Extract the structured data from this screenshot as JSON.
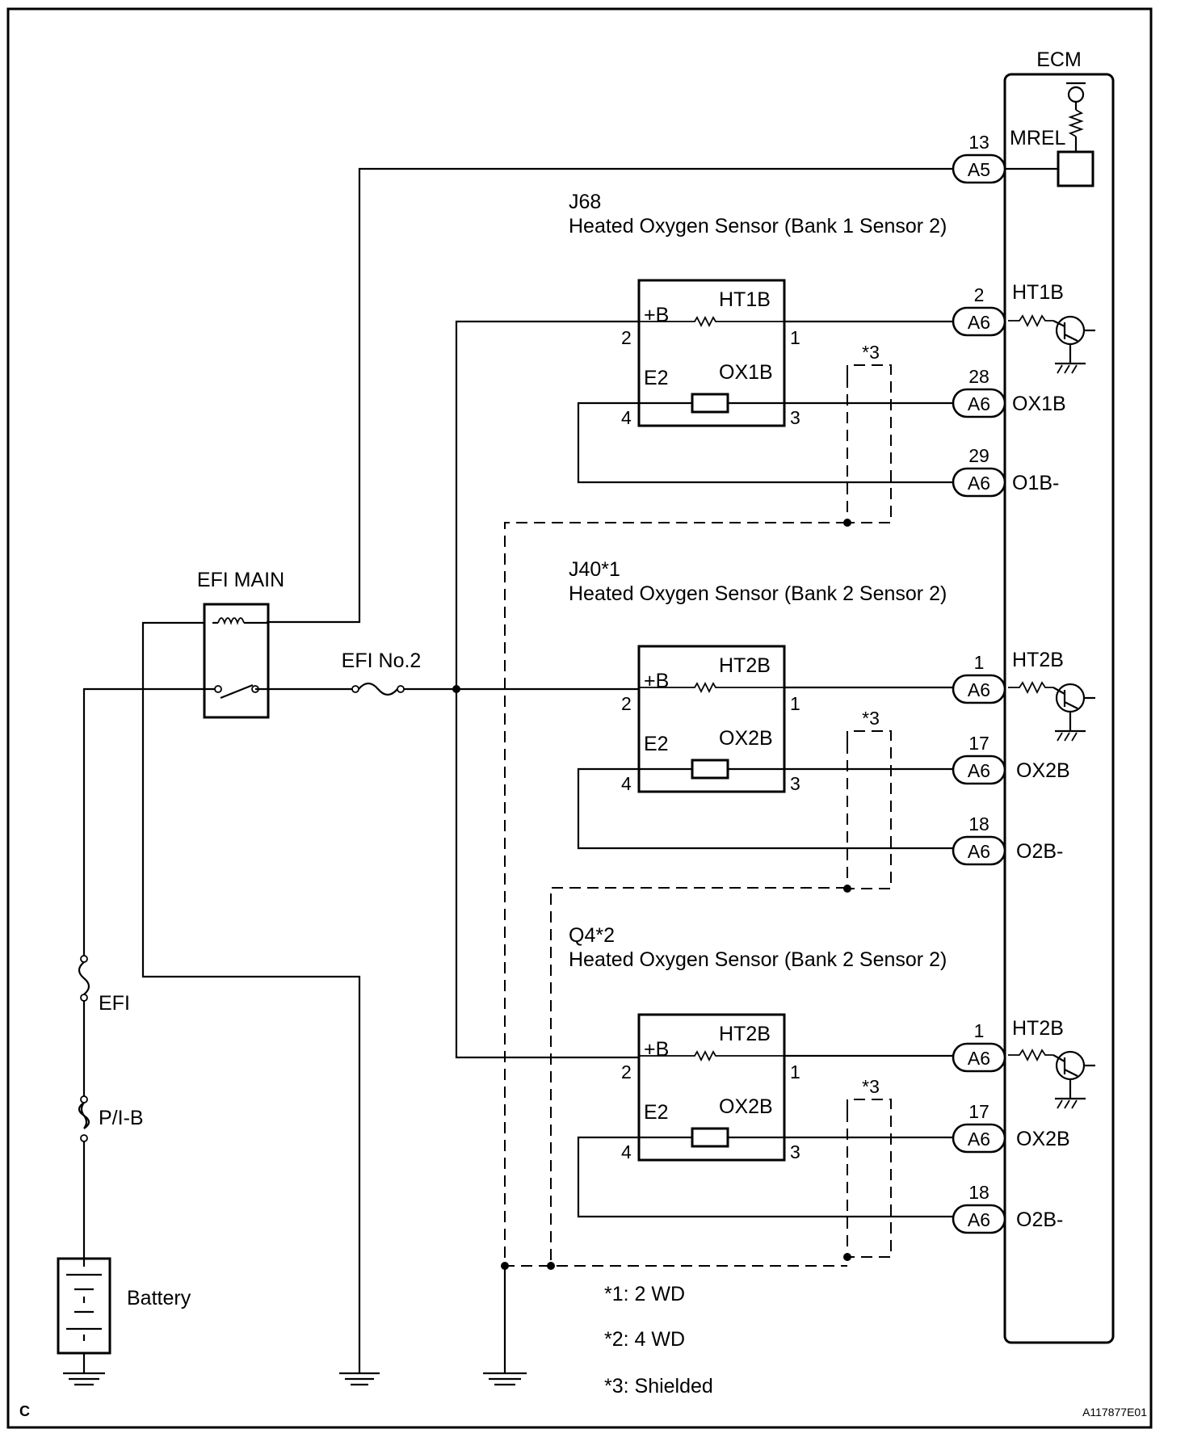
{
  "ecm": {
    "title": "ECM",
    "terminals": [
      {
        "pin": "13",
        "connector": "A5",
        "signal": "MREL"
      },
      {
        "pin": "2",
        "connector": "A6",
        "signal": "HT1B"
      },
      {
        "pin": "28",
        "connector": "A6",
        "signal": "OX1B"
      },
      {
        "pin": "29",
        "connector": "A6",
        "signal": "O1B-"
      },
      {
        "pin": "1",
        "connector": "A6",
        "signal": "HT2B"
      },
      {
        "pin": "17",
        "connector": "A6",
        "signal": "OX2B"
      },
      {
        "pin": "18",
        "connector": "A6",
        "signal": "O2B-"
      },
      {
        "pin": "1",
        "connector": "A6",
        "signal": "HT2B"
      },
      {
        "pin": "17",
        "connector": "A6",
        "signal": "OX2B"
      },
      {
        "pin": "18",
        "connector": "A6",
        "signal": "O2B-"
      }
    ]
  },
  "sensors": [
    {
      "code": "J68",
      "name": "Heated Oxygen Sensor (Bank 1 Sensor 2)",
      "plus_b": "+B",
      "heater": "HT1B",
      "e2": "E2",
      "ox": "OX1B",
      "pins": [
        "2",
        "1",
        "4",
        "3"
      ],
      "shield": "*3"
    },
    {
      "code": "J40*1",
      "name": "Heated Oxygen Sensor (Bank 2 Sensor 2)",
      "plus_b": "+B",
      "heater": "HT2B",
      "e2": "E2",
      "ox": "OX2B",
      "pins": [
        "2",
        "1",
        "4",
        "3"
      ],
      "shield": "*3"
    },
    {
      "code": "Q4*2",
      "name": "Heated Oxygen Sensor (Bank 2 Sensor 2)",
      "plus_b": "+B",
      "heater": "HT2B",
      "e2": "E2",
      "ox": "OX2B",
      "pins": [
        "2",
        "1",
        "4",
        "3"
      ],
      "shield": "*3"
    }
  ],
  "power": {
    "relay": "EFI MAIN",
    "fuse_efi_no2": "EFI No.2",
    "fuse_efi": "EFI",
    "fuse_pib": "P/I-B",
    "battery": "Battery"
  },
  "notes": [
    "*1: 2 WD",
    "*2: 4 WD",
    "*3: Shielded"
  ],
  "corner_left": "C",
  "figure_id": "A117877E01"
}
